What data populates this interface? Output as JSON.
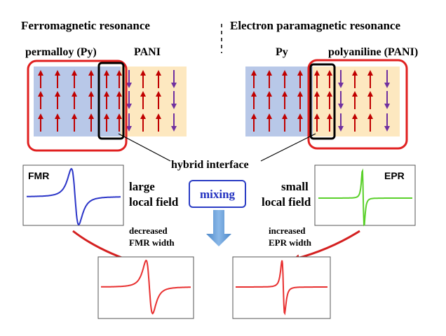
{
  "left": {
    "title": "Ferromagnetic resonance",
    "label_py": "permalloy (Py)",
    "label_pani": "PANI"
  },
  "right": {
    "title": "Electron paramagnetic resonance",
    "label_py": "Py",
    "label_pani": "polyaniline (PANI)"
  },
  "interface_label": "hybrid interface",
  "fmr_panel": {
    "label": "FMR",
    "note_line1": "large",
    "note_line2": "local field"
  },
  "epr_panel": {
    "label": "EPR",
    "note_line1": "small",
    "note_line2": "local field"
  },
  "mixing_label": "mixing",
  "decreased": {
    "line1": "decreased",
    "line2": "FMR width"
  },
  "increased": {
    "line1": "increased",
    "line2": "EPR width"
  },
  "colors": {
    "py_fill": "#b8c8e8",
    "pani_fill": "#fde8c0",
    "spin_red": "#c00000",
    "spin_purple": "#7030a0",
    "highlight_red": "#e02020",
    "fmr_curve": "#2b35c8",
    "epr_curve": "#5ad02a",
    "result_curve": "#e83030",
    "mixing_text": "#2030c0",
    "mixing_arrow": "#5b9bd5"
  }
}
